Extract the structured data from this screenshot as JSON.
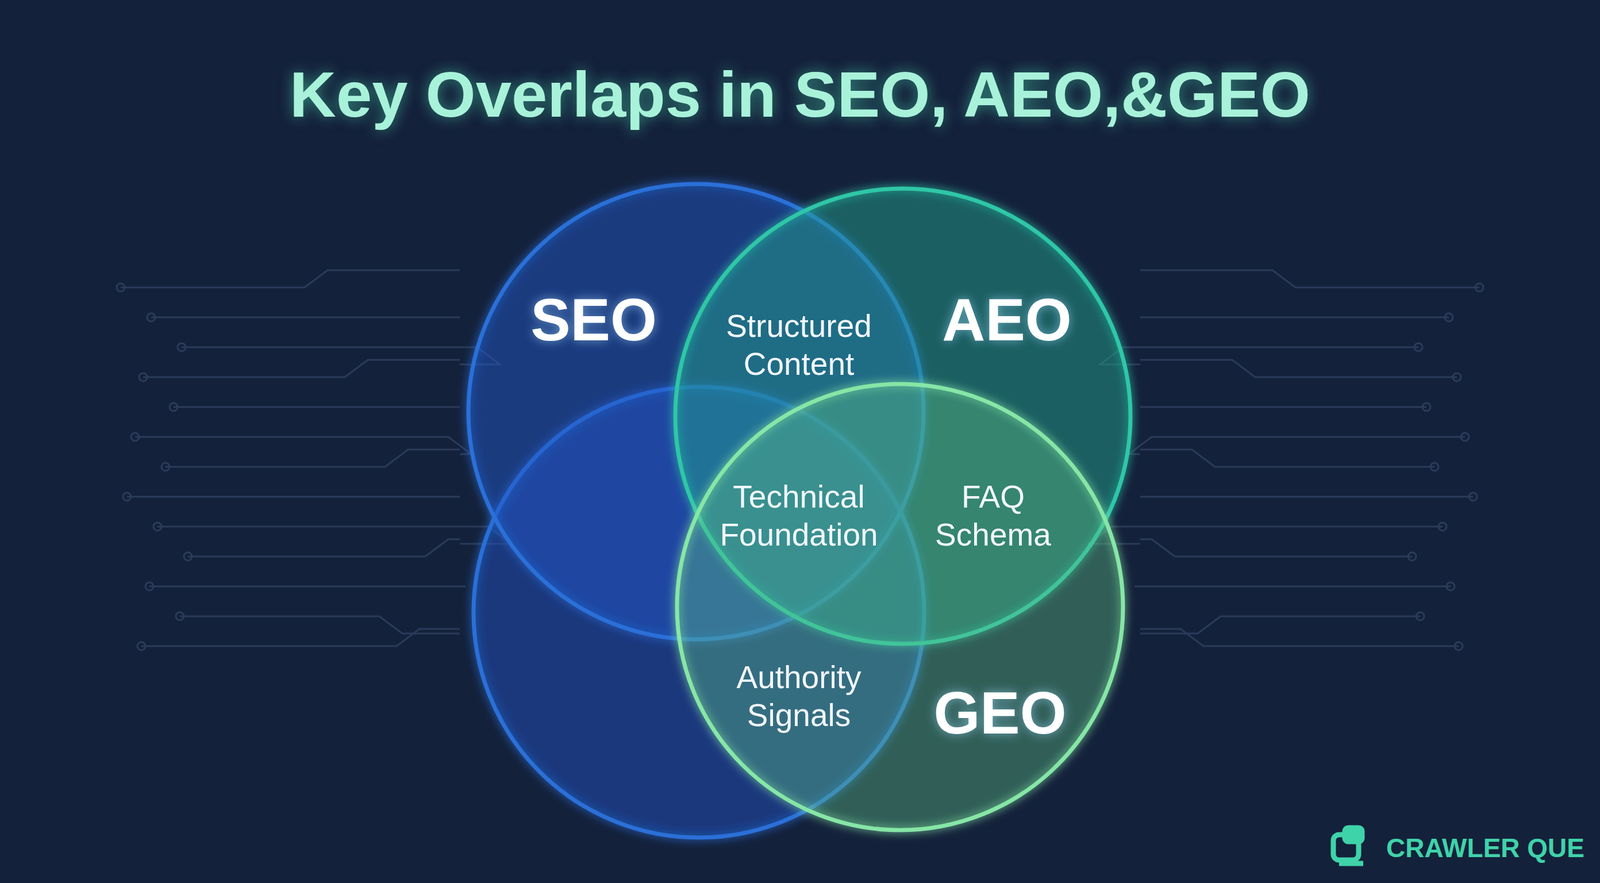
{
  "diagram": {
    "title": "Key Overlaps in SEO, AEO,&GEO",
    "nodes": [
      {
        "text": [
          "SEO"
        ]
      },
      {
        "text": [
          "AEO"
        ]
      },
      {
        "text": [
          "GEO"
        ]
      }
    ],
    "labels": [
      "Structured Content",
      "Technical Foundation",
      "FAQ Schema",
      "Authority Signals",
      "CRAWLER QUE"
    ]
  }
}
